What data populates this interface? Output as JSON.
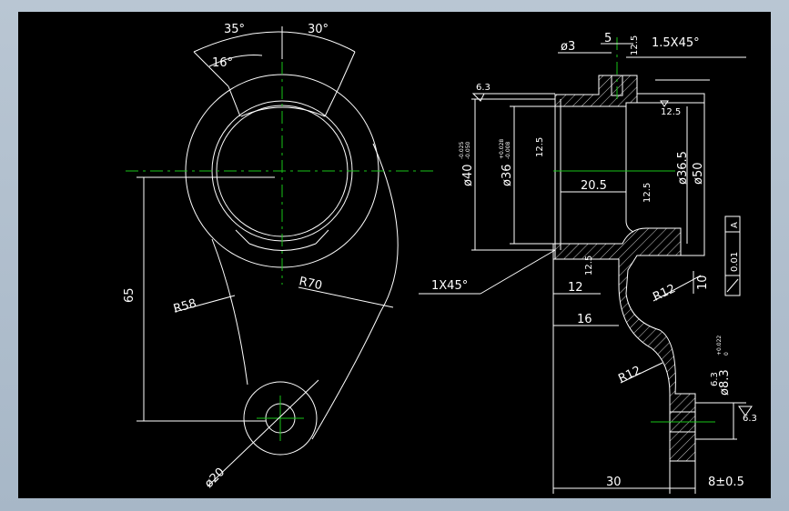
{
  "colors": {
    "background": "#000000",
    "lines": "#ffffff",
    "center_lines": "#19c419",
    "frame": "#b3c1cf"
  },
  "front_view": {
    "angle_35": "35°",
    "angle_30": "30°",
    "angle_16": "16°",
    "dim_65": "65",
    "radius_58": "R58",
    "radius_70": "R70",
    "dia_20": "ø20"
  },
  "section_view": {
    "dia_3": "ø3",
    "dim_5": "5",
    "chamfer_top": "1.5X45°",
    "rough_12_5_top": "12.5",
    "rough_6_3_left": "6.3",
    "rough_12_5_right": "12.5",
    "dia_40": "ø40",
    "dia_40_tol_upper": "-0.025",
    "dia_40_tol_lower": "-0.050",
    "dia_36": "ø36",
    "dia_36_tol_upper": "+0.028",
    "dia_36_tol_lower": "-0.008",
    "rough_12_5_inner": "12.5",
    "dim_20_5": "20.5",
    "rough_12_5_mid": "12.5",
    "dia_36_5": "ø36.5",
    "dia_50": "ø50",
    "chamfer_bottom": "1X45°",
    "rough_12_5_lower": "12.5",
    "dim_12": "12",
    "radius_12_upper": "R12",
    "dim_10": "10",
    "dim_16": "16",
    "radius_12_lower": "R12",
    "rough_6_3_bore": "6.3",
    "dia_8": "ø8.3",
    "dia_8_tol": "+0.022",
    "dia_8_tol_lower": "0",
    "rough_6_3_right": "6.3",
    "dim_30": "30",
    "dim_8": "8±0.5",
    "tolerance_frame": [
      "0.01",
      "A"
    ]
  }
}
